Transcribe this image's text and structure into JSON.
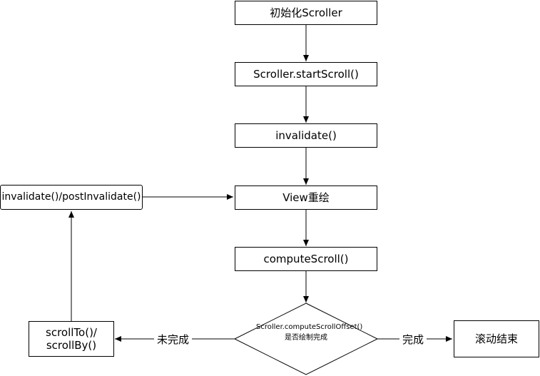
{
  "nodes": {
    "init": "初始化Scroller",
    "start_scroll": "Scroller.startScroll()",
    "invalidate": "invalidate()",
    "view_redraw": "View重绘",
    "compute_scroll": "computeScroll()",
    "decision_line1": "Scroller.computeScrollOffset()",
    "decision_line2": "是否绘制完成",
    "scroll_end": "滚动结束",
    "scroll_to_by": "scrollTo()/\nscrollBy()",
    "invalidate_post": "invalidate()/postInvalidate()"
  },
  "edges": {
    "done_label": "完成",
    "not_done_label": "未完成"
  }
}
